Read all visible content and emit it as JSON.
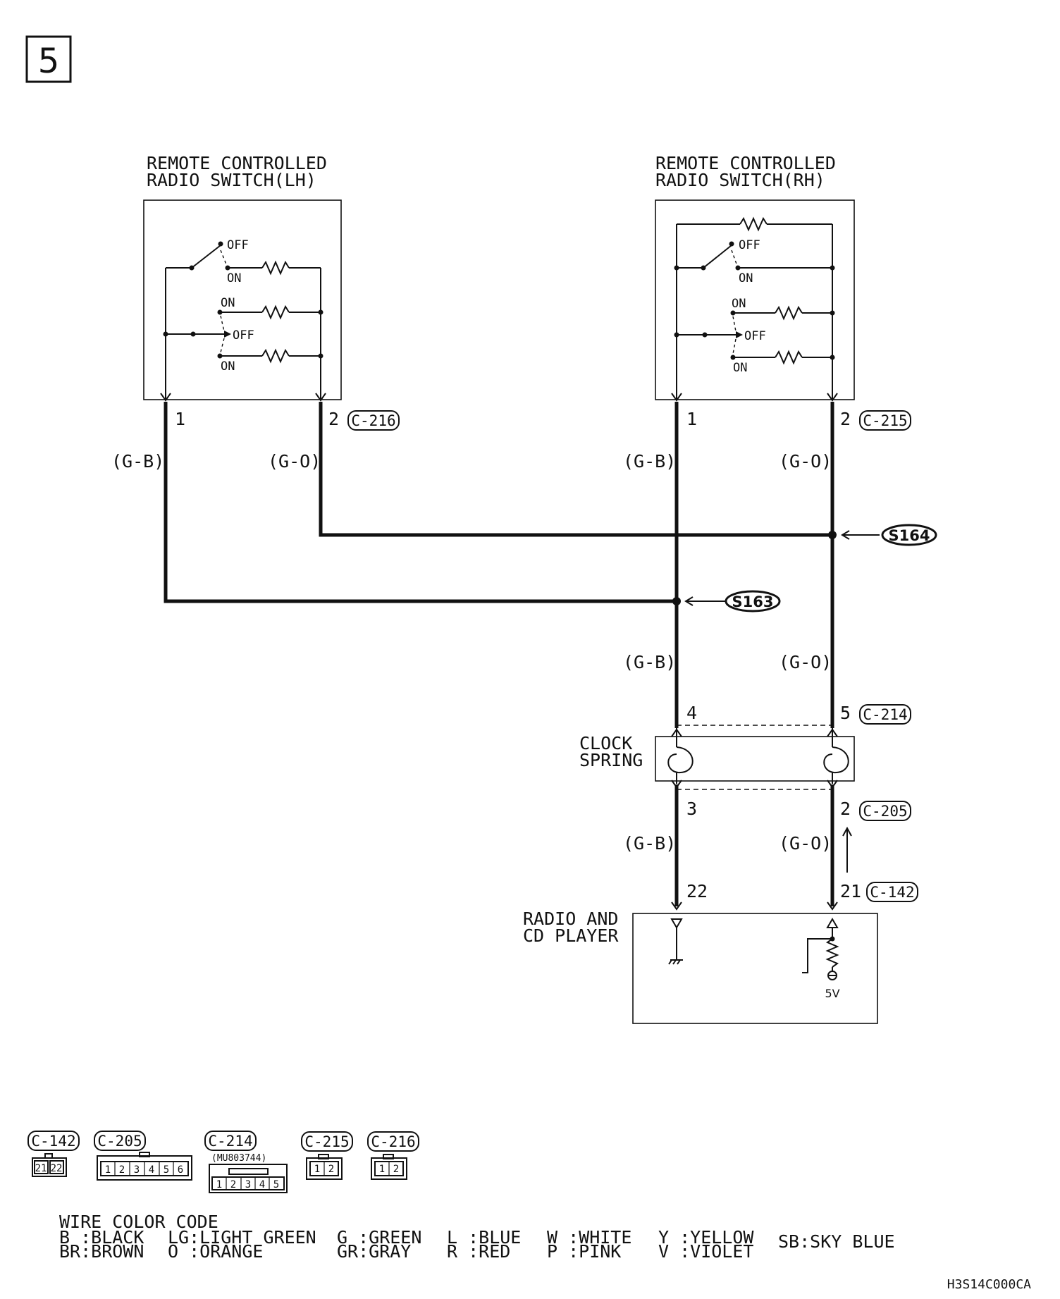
{
  "page_number": "5",
  "components": {
    "switch_lh": {
      "title_line1": "REMOTE CONTROLLED",
      "title_line2": "RADIO SWITCH(LH)",
      "connector": "C-216"
    },
    "switch_rh": {
      "title_line1": "REMOTE CONTROLLED",
      "title_line2": "RADIO SWITCH(RH)",
      "connector": "C-215"
    },
    "clock_spring": {
      "title_line1": "CLOCK",
      "title_line2": "SPRING",
      "connector_top": "C-214",
      "connector_bottom": "C-205"
    },
    "radio": {
      "title_line1": "RADIO AND",
      "title_line2": "CD PLAYER",
      "connector": "C-142",
      "voltage": "5V"
    }
  },
  "switch_states": {
    "on": "ON",
    "off": "OFF"
  },
  "pins": {
    "lh_1": "1",
    "lh_2": "2",
    "rh_1": "1",
    "rh_2": "2",
    "cs_top_left": "4",
    "cs_top_right": "5",
    "cs_bottom_left": "3",
    "cs_bottom_right": "2",
    "radio_left": "22",
    "radio_right": "21"
  },
  "wire_colors": {
    "green_black": "(G-B)",
    "green_orange": "(G-O)"
  },
  "splices": {
    "s163": "S163",
    "s164": "S164"
  },
  "connectors_legend": [
    {
      "id": "C-142",
      "pins": [
        "21",
        "22"
      ]
    },
    {
      "id": "C-205",
      "pins": [
        "1",
        "2",
        "3",
        "4",
        "5",
        "6"
      ]
    },
    {
      "id": "C-214",
      "part_number": "(MU803744)",
      "pins": [
        "1",
        "2",
        "3",
        "4",
        "5"
      ]
    },
    {
      "id": "C-215",
      "pins": [
        "1",
        "2"
      ]
    },
    {
      "id": "C-216",
      "pins": [
        "1",
        "2"
      ]
    }
  ],
  "wire_color_code": {
    "title": "WIRE COLOR CODE",
    "entries": [
      "B :BLACK",
      "BR:BROWN",
      "LG:LIGHT GREEN",
      "O :ORANGE",
      "G :GREEN",
      "GR:GRAY",
      "L :BLUE",
      "R :RED",
      "W :WHITE",
      "P :PINK",
      "Y :YELLOW",
      "V :VIOLET",
      "SB:SKY BLUE"
    ]
  },
  "diagram_id": "H3S14C000CA"
}
